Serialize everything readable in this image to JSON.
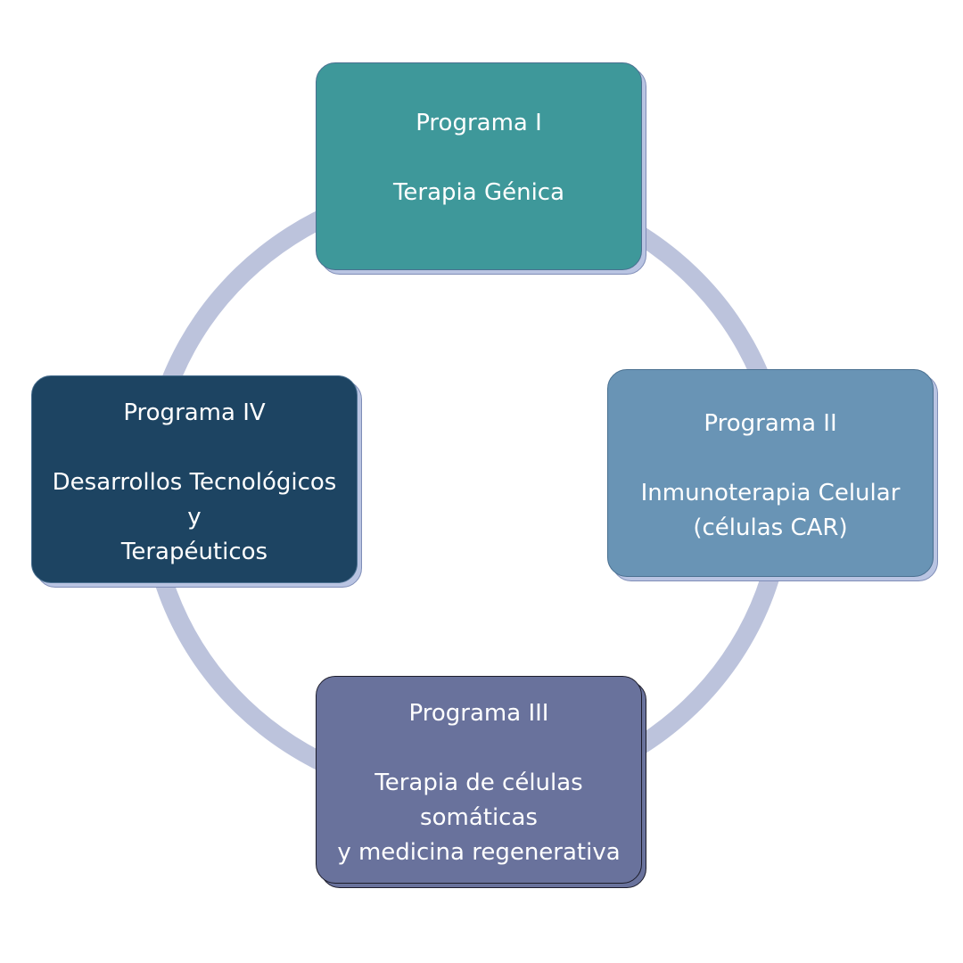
{
  "programs": [
    {
      "title": "Programa I",
      "lines": [
        "Terapia Génica"
      ]
    },
    {
      "title": "Programa II",
      "lines": [
        "Inmunoterapia Celular",
        "(células CAR)"
      ]
    },
    {
      "title": "Programa III",
      "lines": [
        "Terapia de células",
        "somáticas",
        "y medicina regenerativa"
      ]
    },
    {
      "title": "Programa IV",
      "lines": [
        "Desarrollos Tecnológicos",
        "y",
        "Terapéuticos"
      ]
    }
  ],
  "colors": {
    "ring": "#bcc3dc",
    "program_1": "#3e989a",
    "program_2": "#6994b5",
    "program_3": "#69729c",
    "program_4": "#1d4462"
  }
}
